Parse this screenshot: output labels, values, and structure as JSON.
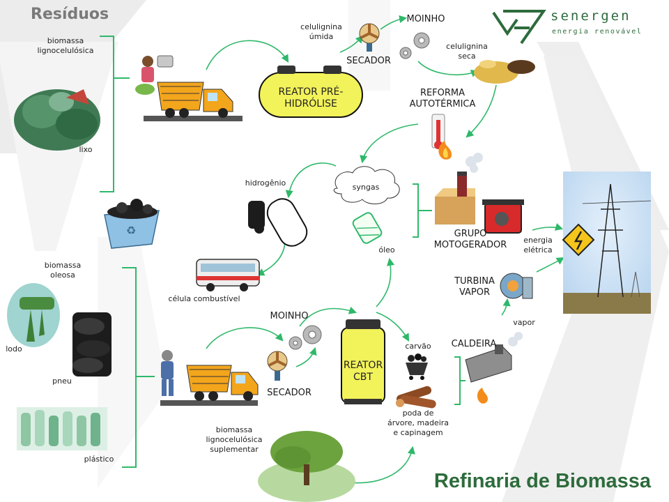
{
  "header": {
    "title": "Resíduos"
  },
  "brand": {
    "name": "senergen",
    "tagline": "energia renovável"
  },
  "footer": {
    "title": "Refinaria de Biomassa"
  },
  "inputs": {
    "biomassa_ligno": "biomassa\nlignocelulósica",
    "lixo": "lixo",
    "biomassa_oleosa": "biomassa\noleosa",
    "lodo": "lodo",
    "pneu": "pneu",
    "plastico": "plástico",
    "biomassa_suplementar": "biomassa\nlignocelulósica\nsuplementar"
  },
  "process": {
    "reator_pre": "REATOR PRÉ-\nHIDRÓLISE",
    "celulignina_umida": "celulignina\númida",
    "secador_top": "SECADOR",
    "moinho_top": "MOINHO",
    "celulignina_seca": "celulignina\nseca",
    "reforma": "REFORMA\nAUTOTÉRMICA",
    "syngas": "syngas",
    "hidrogenio": "hidrogênio",
    "celula": "célula combustível",
    "oleo": "óleo",
    "grupo": "GRUPO\nMOTOGERADOR",
    "energia": "energia\nelétrica",
    "turbina": "TURBINA\nVAPOR",
    "vapor": "vapor",
    "caldeira": "CALDEIRA",
    "carvao": "carvão",
    "poda": "poda de\nárvore, madeira\ne capinagem",
    "reator_cbt": "REATOR\nCBT",
    "moinho_bottom": "MOINHO",
    "secador_bottom": "SECADOR"
  },
  "colors": {
    "arrow": "#2fb86a",
    "brand": "#2d6b3c",
    "tank": "#f2f25a",
    "truck": "#f3a51c"
  }
}
